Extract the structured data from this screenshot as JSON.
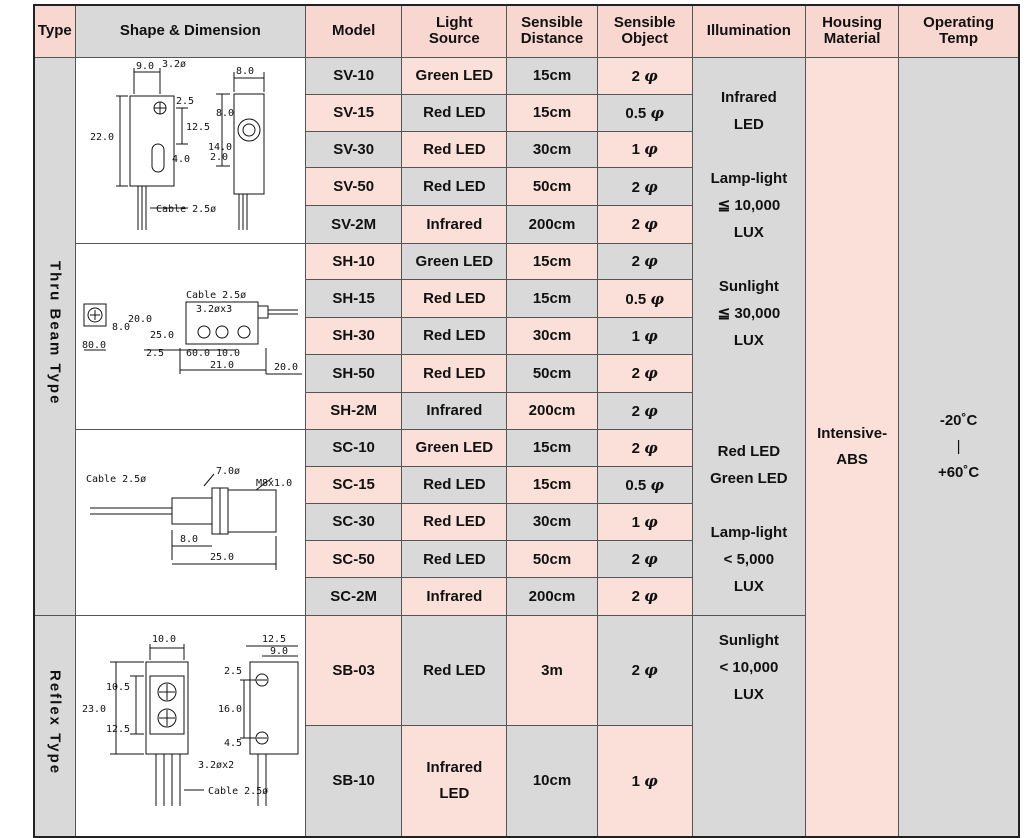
{
  "header": {
    "type": "Type",
    "shape": "Shape & Dimension",
    "model": "Model",
    "light_source": "Light\nSource",
    "distance": "Sensible\nDistance",
    "object": "Sensible\nObject",
    "illumination": "Illumination",
    "housing": "Housing\nMaterial",
    "temp": "Operating\nTemp"
  },
  "types": {
    "thru": "Thru Beam Type",
    "reflex": "Reflex Type"
  },
  "rows": [
    {
      "model": "SV-10",
      "source": "Green LED",
      "distance": "15cm",
      "object": "2"
    },
    {
      "model": "SV-15",
      "source": "Red LED",
      "distance": "15cm",
      "object": "0.5"
    },
    {
      "model": "SV-30",
      "source": "Red LED",
      "distance": "30cm",
      "object": "1"
    },
    {
      "model": "SV-50",
      "source": "Red LED",
      "distance": "50cm",
      "object": "2"
    },
    {
      "model": "SV-2M",
      "source": "Infrared",
      "distance": "200cm",
      "object": "2"
    },
    {
      "model": "SH-10",
      "source": "Green LED",
      "distance": "15cm",
      "object": "2"
    },
    {
      "model": "SH-15",
      "source": "Red LED",
      "distance": "15cm",
      "object": "0.5"
    },
    {
      "model": "SH-30",
      "source": "Red LED",
      "distance": "30cm",
      "object": "1"
    },
    {
      "model": "SH-50",
      "source": "Red LED",
      "distance": "50cm",
      "object": "2"
    },
    {
      "model": "SH-2M",
      "source": "Infrared",
      "distance": "200cm",
      "object": "2"
    },
    {
      "model": "SC-10",
      "source": "Green LED",
      "distance": "15cm",
      "object": "2"
    },
    {
      "model": "SC-15",
      "source": "Red LED",
      "distance": "15cm",
      "object": "0.5"
    },
    {
      "model": "SC-30",
      "source": "Red LED",
      "distance": "30cm",
      "object": "1"
    },
    {
      "model": "SC-50",
      "source": "Red LED",
      "distance": "50cm",
      "object": "2"
    },
    {
      "model": "SC-2M",
      "source": "Infrared",
      "distance": "200cm",
      "object": "2"
    },
    {
      "model": "SB-03",
      "source": "Red LED",
      "distance": "3m",
      "object": "2"
    },
    {
      "model": "SB-10",
      "source": "Infrared\nLED",
      "distance": "10cm",
      "object": "1"
    }
  ],
  "phi_symbol": "φ",
  "illumination": {
    "thru": [
      "Infrared",
      "LED",
      "",
      "Lamp-light",
      "≦ 10,000",
      "LUX",
      "",
      "Sunlight",
      "≦ 30,000",
      "LUX"
    ],
    "reflex": [
      "Red LED",
      "Green LED",
      "",
      "Lamp-light",
      "< 5,000",
      "LUX",
      "",
      "Sunlight",
      "< 10,000",
      "LUX"
    ]
  },
  "housing": "Intensive-\nABS",
  "temp": {
    "low": "-20˚C",
    "sep": "|",
    "high": "+60˚C"
  },
  "drawings": {
    "sv": {
      "d1": "9.0",
      "d2": "3.2ø",
      "d3": "8.0",
      "d4": "2.5",
      "d5": "8.0",
      "d6": "12.5",
      "d7": "22.0",
      "d8": "14.0",
      "d9": "2.0",
      "d10": "4.0",
      "cable": "Cable 2.5ø"
    },
    "sh": {
      "cable": "Cable 2.5ø",
      "holes": "3.2øx3",
      "d1": "20.0",
      "d2": "8.0",
      "d3": "25.0",
      "d4": "80.0",
      "d5": "2.5",
      "d6": "60.0",
      "d7": "10.0",
      "d8": "21.0",
      "d9": "20.0"
    },
    "sc": {
      "cable": "Cable 2.5ø",
      "d1": "7.0ø",
      "thread": "M8x1.0",
      "d2": "8.0",
      "d3": "25.0"
    },
    "sb": {
      "d1": "10.0",
      "d2": "12.5",
      "d3": "9.0",
      "d4": "2.5",
      "d5": "10.5",
      "d6": "23.0",
      "d7": "16.0",
      "d8": "12.5",
      "d9": "4.5",
      "holes": "3.2øx2",
      "cable": "Cable 2.5ø"
    }
  }
}
